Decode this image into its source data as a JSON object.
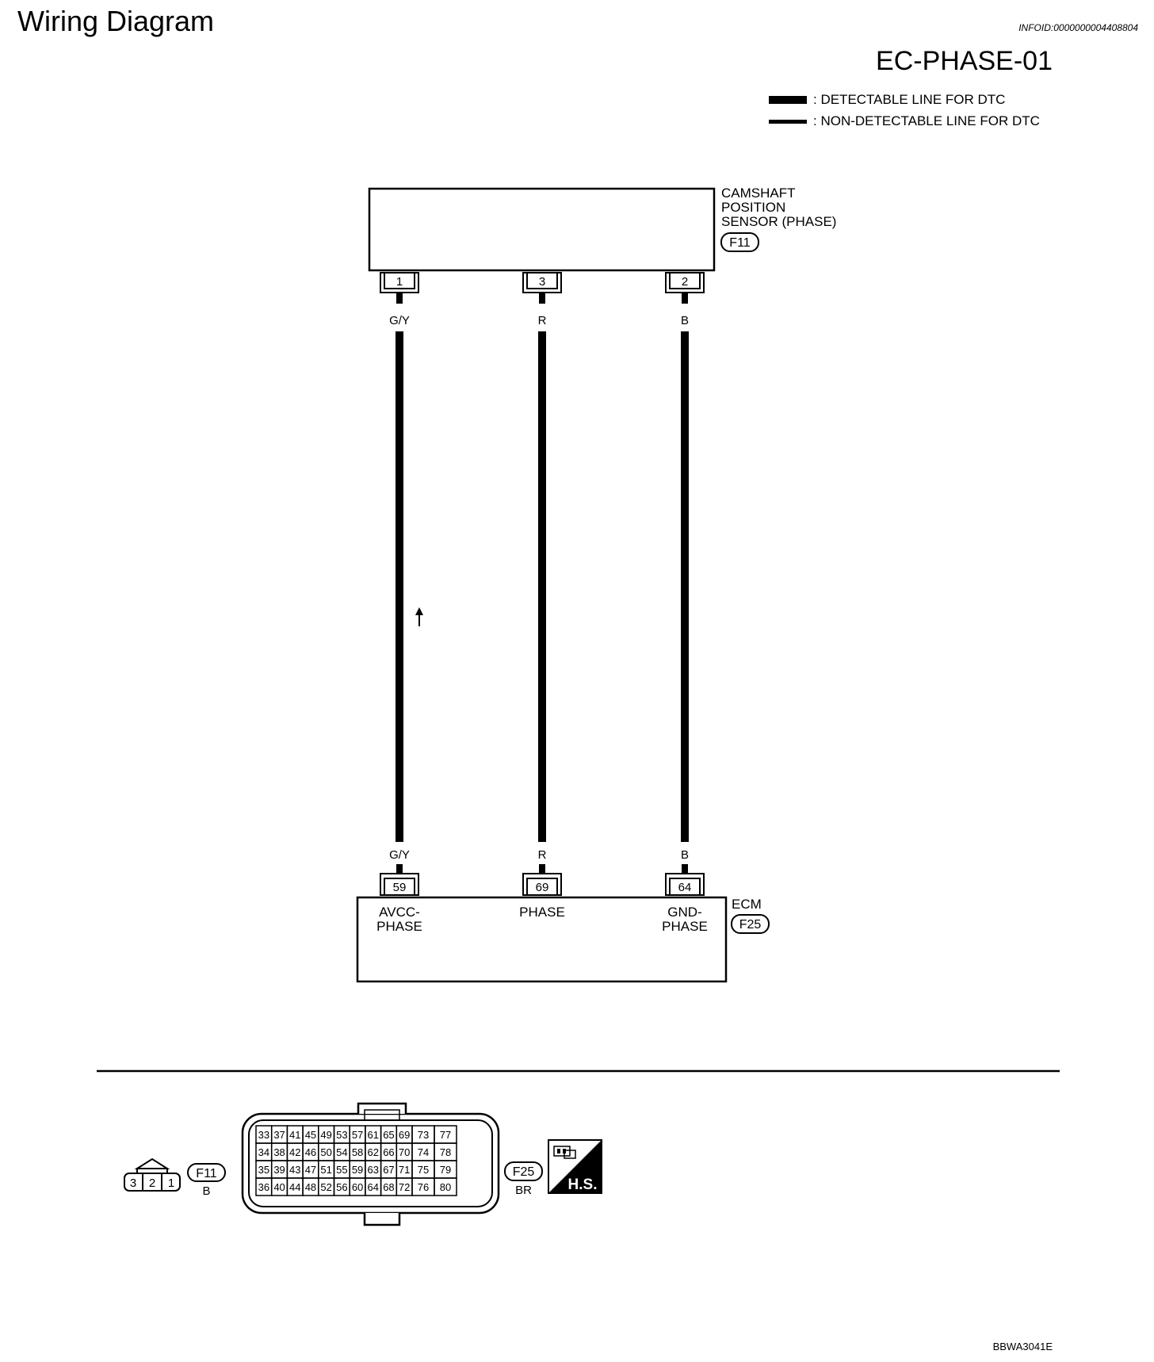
{
  "page_title": "Wiring Diagram",
  "info_id": "INFOID:0000000004408804",
  "diagram_code": "EC-PHASE-01",
  "legend": {
    "detectable": ": DETECTABLE LINE FOR DTC",
    "non_detectable": ": NON-DETECTABLE LINE FOR DTC"
  },
  "sensor": {
    "name_line1": "CAMSHAFT",
    "name_line2": "POSITION",
    "name_line3": "SENSOR (PHASE)",
    "connector": "F11"
  },
  "wires": [
    {
      "sensor_pin": "1",
      "ecm_pin": "59",
      "color": "G/Y",
      "ecm_label_line1": "AVCC-",
      "ecm_label_line2": "PHASE"
    },
    {
      "sensor_pin": "3",
      "ecm_pin": "69",
      "color": "R",
      "ecm_label_line1": "PHASE",
      "ecm_label_line2": ""
    },
    {
      "sensor_pin": "2",
      "ecm_pin": "64",
      "color": "B",
      "ecm_label_line1": "GND-",
      "ecm_label_line2": "PHASE"
    }
  ],
  "ecm": {
    "name": "ECM",
    "connector": "F25"
  },
  "connector_views": {
    "f11": {
      "id": "F11",
      "color": "B",
      "pins": [
        "3",
        "2",
        "1"
      ]
    },
    "f25": {
      "id": "F25",
      "color": "BR",
      "rows": [
        [
          "33",
          "37",
          "41",
          "45",
          "49",
          "53",
          "57",
          "61",
          "65",
          "69",
          "73",
          "77"
        ],
        [
          "34",
          "38",
          "42",
          "46",
          "50",
          "54",
          "58",
          "62",
          "66",
          "70",
          "74",
          "78"
        ],
        [
          "35",
          "39",
          "43",
          "47",
          "51",
          "55",
          "59",
          "63",
          "67",
          "71",
          "75",
          "79"
        ],
        [
          "36",
          "40",
          "44",
          "48",
          "52",
          "56",
          "60",
          "64",
          "68",
          "72",
          "76",
          "80"
        ]
      ]
    },
    "hs_badge": "H.S."
  },
  "figure_code": "BBWA3041E"
}
